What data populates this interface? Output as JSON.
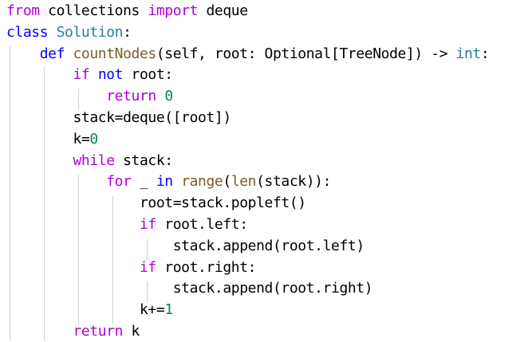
{
  "editor": {
    "language": "python",
    "colors": {
      "background": "#ffffff",
      "text": "#000000",
      "control_keyword": "#af00db",
      "storage_keyword": "#0000ff",
      "class_or_type": "#267f99",
      "function": "#795e26",
      "number": "#098658",
      "indent_guide": "#d0d0d0"
    },
    "lines": [
      [
        {
          "t": "from",
          "c": "kw"
        },
        {
          "t": " collections "
        },
        {
          "t": "import",
          "c": "kw"
        },
        {
          "t": " deque"
        }
      ],
      [
        {
          "t": "class",
          "c": "kwb"
        },
        {
          "t": " "
        },
        {
          "t": "Solution",
          "c": "cls"
        },
        {
          "t": ":"
        }
      ],
      [
        {
          "t": "    "
        },
        {
          "t": "def",
          "c": "kwb"
        },
        {
          "t": " "
        },
        {
          "t": "countNodes",
          "c": "fn"
        },
        {
          "t": "(self, root: Optional[TreeNode]) -> "
        },
        {
          "t": "int",
          "c": "ty"
        },
        {
          "t": ":"
        }
      ],
      [
        {
          "t": "        "
        },
        {
          "t": "if",
          "c": "kw"
        },
        {
          "t": " "
        },
        {
          "t": "not",
          "c": "kwb"
        },
        {
          "t": " root:"
        }
      ],
      [
        {
          "t": "            "
        },
        {
          "t": "return",
          "c": "kw"
        },
        {
          "t": " "
        },
        {
          "t": "0",
          "c": "num"
        }
      ],
      [
        {
          "t": "        stack=deque([root])"
        }
      ],
      [
        {
          "t": "        k="
        },
        {
          "t": "0",
          "c": "num"
        }
      ],
      [
        {
          "t": "        "
        },
        {
          "t": "while",
          "c": "kw"
        },
        {
          "t": " stack:"
        }
      ],
      [
        {
          "t": "            "
        },
        {
          "t": "for",
          "c": "kw"
        },
        {
          "t": " _ "
        },
        {
          "t": "in",
          "c": "kwb"
        },
        {
          "t": " "
        },
        {
          "t": "range",
          "c": "fn"
        },
        {
          "t": "("
        },
        {
          "t": "len",
          "c": "fn"
        },
        {
          "t": "(stack)):"
        }
      ],
      [
        {
          "t": "                root=stack.popleft()"
        }
      ],
      [
        {
          "t": "                "
        },
        {
          "t": "if",
          "c": "kw"
        },
        {
          "t": " root.left:"
        }
      ],
      [
        {
          "t": "                    stack.append(root.left)"
        }
      ],
      [
        {
          "t": "                "
        },
        {
          "t": "if",
          "c": "kw"
        },
        {
          "t": " root.right:"
        }
      ],
      [
        {
          "t": "                    stack.append(root.right)"
        }
      ],
      [
        {
          "t": "                k+="
        },
        {
          "t": "1",
          "c": "num"
        }
      ],
      [
        {
          "t": "        "
        },
        {
          "t": "return",
          "c": "kw"
        },
        {
          "t": " k"
        }
      ]
    ]
  }
}
